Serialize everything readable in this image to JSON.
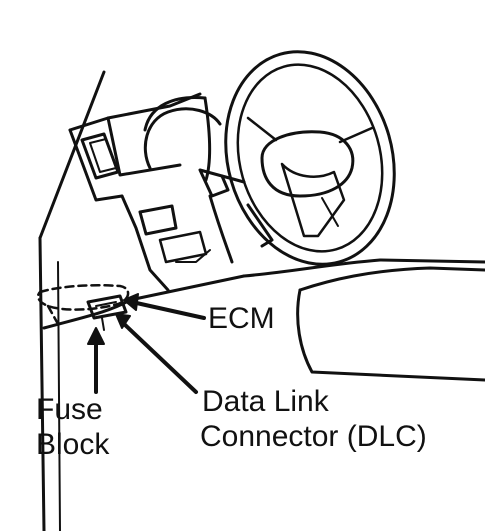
{
  "diagram": {
    "labels": {
      "ecm": "ECM",
      "dlc_line1": "Data Link",
      "dlc_line2": "Connector (DLC)",
      "fuse_line1": "Fuse",
      "fuse_line2": "Block"
    },
    "colors": {
      "ink": "#111111",
      "background": "#ffffff"
    }
  }
}
